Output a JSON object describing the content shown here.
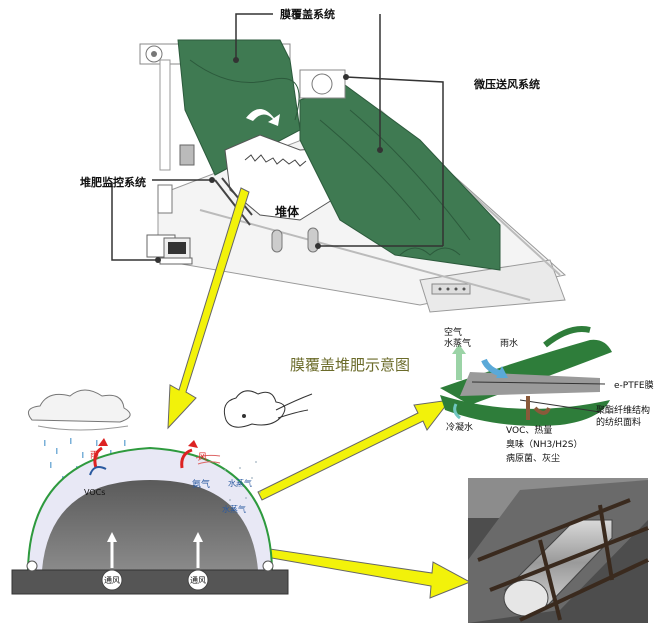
{
  "labels": {
    "film_cover_system": "膜覆盖系统",
    "micro_pressure_air_system": "微压送风系统",
    "compost_monitor_system": "堆肥监控系统",
    "pile": "堆体",
    "diagram_title": "膜覆盖堆肥示意图"
  },
  "membrane": {
    "air_steam": "空气\n水蒸气",
    "rain": "雨水",
    "eptfe": "e-PTFE膜",
    "fabric": "聚酯纤维结构\n的纺织面料",
    "condensate": "冷凝水",
    "emissions": "VOC、热量\n臭味（NH3/H2S）\n病原菌、灰尘"
  },
  "dome": {
    "rain": "雨",
    "wind": "风",
    "ammonia": "氨气",
    "vocs": "VOCs",
    "steam_out": "水蒸气",
    "steam_in": "水蒸气",
    "vent_left": "通风",
    "vent_right": "通风"
  },
  "colors": {
    "film_green": "#3f7a52",
    "arrow_yellow": "#f2f20a",
    "pile_gray": "#6f6f6f"
  }
}
